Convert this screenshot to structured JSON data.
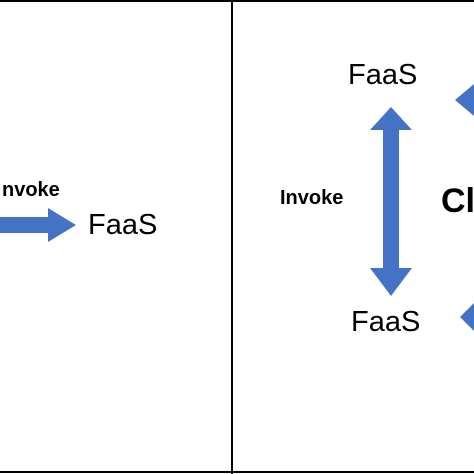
{
  "left_panel": {
    "invoke_label": "nvoke",
    "faas_label": "FaaS"
  },
  "right_panel": {
    "faas_top_label": "FaaS",
    "faas_bottom_label": "FaaS",
    "invoke_label": "Invoke",
    "center_label_partial": "Cl"
  },
  "colors": {
    "arrow": "#4472C4",
    "border": "#000000",
    "text": "#000000",
    "background": "#ffffff"
  }
}
